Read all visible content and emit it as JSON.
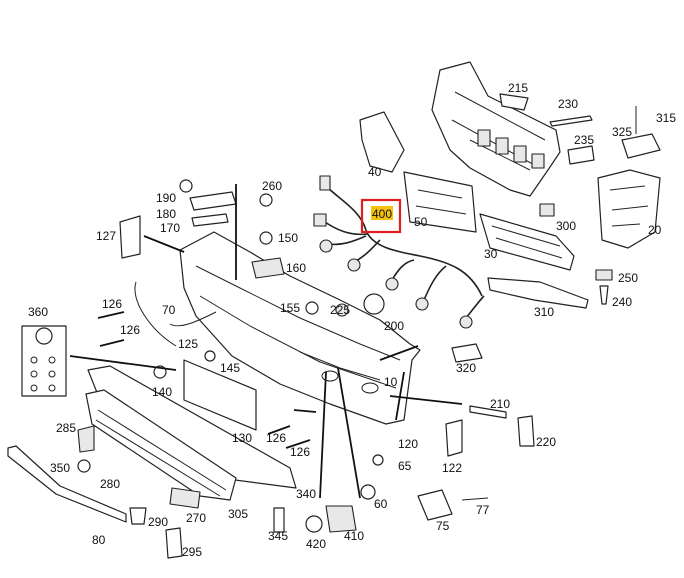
{
  "callouts": [
    "10",
    "20",
    "30",
    "40",
    "50",
    "60",
    "65",
    "70",
    "75",
    "77",
    "80",
    "120",
    "122",
    "125",
    "126",
    "127",
    "130",
    "140",
    "145",
    "150",
    "155",
    "160",
    "170",
    "180",
    "190",
    "200",
    "210",
    "215",
    "220",
    "225",
    "230",
    "235",
    "240",
    "250",
    "260",
    "270",
    "280",
    "285",
    "290",
    "295",
    "300",
    "305",
    "310",
    "315",
    "320",
    "325",
    "340",
    "345",
    "350",
    "360",
    "400",
    "410",
    "420"
  ],
  "highlighted": {
    "label": "400",
    "fill": "#f4c20d",
    "frame": "#e0201a"
  },
  "labels": {
    "l10": "10",
    "l20": "20",
    "l30": "30",
    "l40": "40",
    "l50": "50",
    "l60": "60",
    "l65": "65",
    "l70": "70",
    "l75": "75",
    "l77": "77",
    "l80": "80",
    "l120": "120",
    "l122": "122",
    "l125": "125",
    "l126a": "126",
    "l126b": "126",
    "l126c": "126",
    "l126d": "126",
    "l127": "127",
    "l130": "130",
    "l140": "140",
    "l145": "145",
    "l150": "150",
    "l155": "155",
    "l160": "160",
    "l170": "170",
    "l180": "180",
    "l190": "190",
    "l200": "200",
    "l210": "210",
    "l215": "215",
    "l220": "220",
    "l225": "225",
    "l230": "230",
    "l235": "235",
    "l240": "240",
    "l250": "250",
    "l260": "260",
    "l270": "270",
    "l280": "280",
    "l285": "285",
    "l290": "290",
    "l295": "295",
    "l300": "300",
    "l305": "305",
    "l310": "310",
    "l315": "315",
    "l320": "320",
    "l325": "325",
    "l340": "340",
    "l345": "345",
    "l350": "350",
    "l360": "360",
    "l400": "400",
    "l410": "410",
    "l420": "420"
  }
}
